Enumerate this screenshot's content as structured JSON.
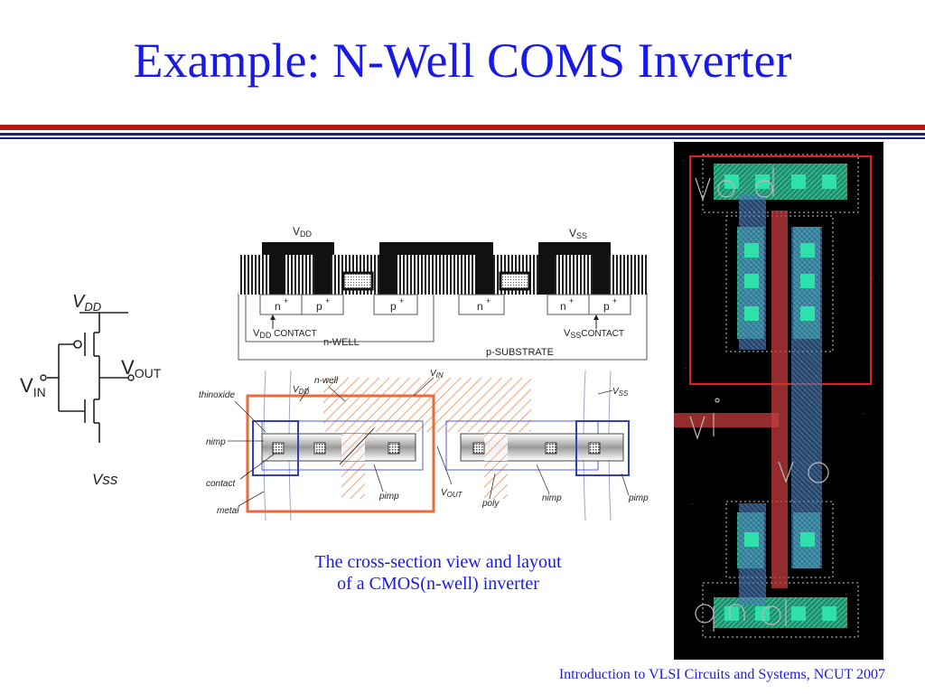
{
  "slide": {
    "title": "Example: N-Well COMS Inverter",
    "caption_line1": "The cross-section view and layout",
    "caption_line2": "of a CMOS(n-well) inverter",
    "footer": "Introduction to VLSI Circuits and Systems, NCUT  2007"
  },
  "schematic": {
    "vdd": "V",
    "vdd_sub": "DD",
    "vin": "V",
    "vin_sub": "IN",
    "vout": "V",
    "vout_sub": "OUT",
    "vss": "Vss"
  },
  "cross_section": {
    "vdd": "V",
    "vdd_sub": "DD",
    "vss": "V",
    "vss_sub": "SS",
    "regions": [
      "n",
      "p",
      "p",
      "n",
      "n",
      "p"
    ],
    "vdd_contact": "V",
    "vdd_contact_sub": "DD",
    "vdd_contact_label": " CONTACT",
    "nwell_label": "n-WELL",
    "vss_contact": "V",
    "vss_contact_sub": "SS",
    "vss_contact_label": "CONTACT",
    "substrate_label": "p-SUBSTRATE"
  },
  "layout_2d": {
    "thinoxide": "thinoxide",
    "vdd": "V",
    "vdd_sub": "DD",
    "nwell": "n-well",
    "vin": "V",
    "vin_sub": "IN",
    "vss": "V",
    "vss_sub": "SS",
    "nimp": "nimp",
    "contact": "contact",
    "metal": "metal",
    "pimp_left": "pimp",
    "vout": "V",
    "vout_sub": "OUT",
    "poly": "poly",
    "nimp_right": "nimp",
    "pimp_right": "pimp"
  },
  "colors": {
    "title": "#1a1ae6",
    "rule_red": "#b3171a",
    "rule_blue": "#1a237e",
    "highlight_orange": "#f06a35",
    "layout_bg": "#000000",
    "active_green": "#2fd6a2",
    "metal_blue": "#4f86c6",
    "poly_red": "#c43b3b"
  }
}
